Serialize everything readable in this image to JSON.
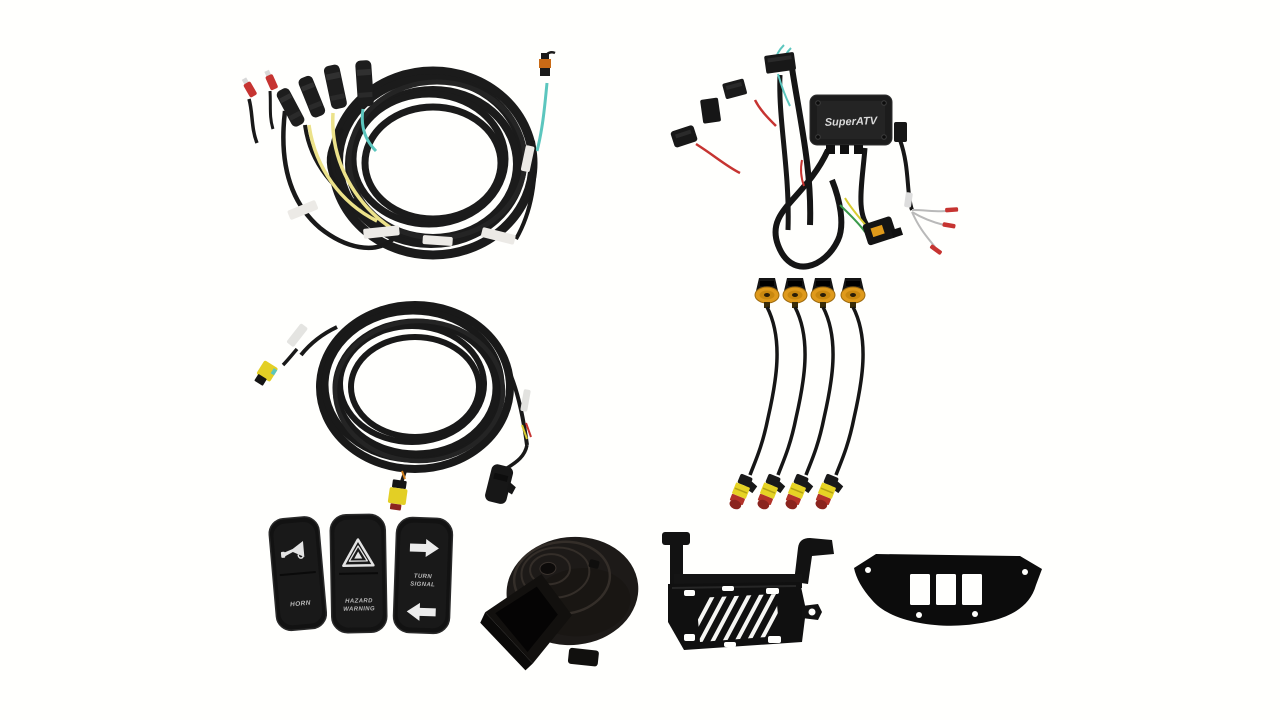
{
  "page": {
    "type": "product-photo",
    "background_color": "#fffffd",
    "description": "UTV turn signal kit components on white background"
  },
  "module": {
    "brand_label": "SuperATV"
  },
  "switches": {
    "horn": {
      "label": "HORN",
      "icon": "horn-icon"
    },
    "hazard": {
      "label_line1": "HAZARD",
      "label_line2": "WARNING",
      "icon": "hazard-triangle-icon"
    },
    "turn": {
      "label_line1": "TURN",
      "label_line2": "SIGNAL",
      "icon_top": "right-arrow-icon",
      "icon_bottom": "left-arrow-icon"
    }
  },
  "components": [
    {
      "name": "accessory-wiring-harness"
    },
    {
      "name": "control-module-wiring-harness"
    },
    {
      "name": "main-signal-wiring-harness"
    },
    {
      "name": "turn-signal-light-pigtails",
      "count": 4
    },
    {
      "name": "horn-rocker-switch"
    },
    {
      "name": "hazard-rocker-switch"
    },
    {
      "name": "turn-signal-rocker-switch"
    },
    {
      "name": "horn"
    },
    {
      "name": "mounting-bracket"
    },
    {
      "name": "dash-switch-plate"
    }
  ],
  "colors": {
    "harness_black": "#1a1a1a",
    "wire_yellow": "#ece28a",
    "wire_teal": "#5cc6be",
    "terminal_red": "#c63431",
    "signal_base_amber": "#df9a1c",
    "connector_yellow": "#e6d324",
    "connector_red": "#b23228",
    "label_white": "#eceae6"
  }
}
